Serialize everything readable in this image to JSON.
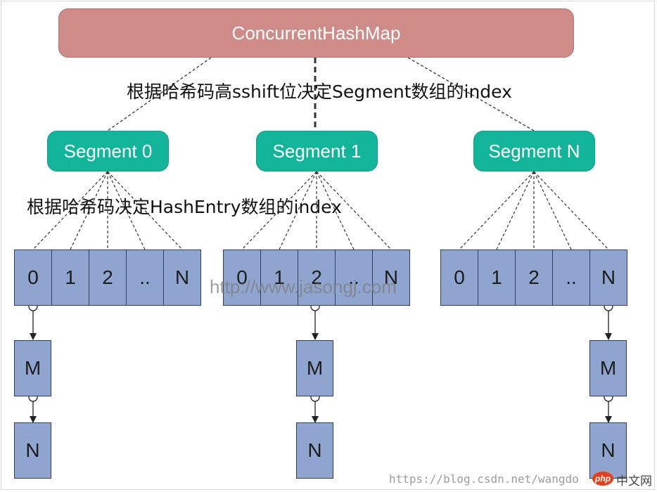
{
  "title": "ConcurrentHashMap",
  "caption_top": "根据哈希码高sshift位决定Segment数组的index",
  "caption_mid": "根据哈希码决定HashEntry数组的index",
  "segments": [
    {
      "label": "Segment 0",
      "cells": [
        "0",
        "1",
        "2",
        "..",
        "N"
      ],
      "chain": []
    },
    {
      "label": "Segment 1",
      "cells": [
        "0",
        "1",
        "2",
        "..",
        "N"
      ],
      "chain": [
        "M",
        "N"
      ]
    },
    {
      "label": "Segment N",
      "cells": [
        "0",
        "1",
        "2",
        "..",
        "N"
      ],
      "chain": [
        "M",
        "N"
      ]
    }
  ],
  "first_chain": [
    "M",
    "N"
  ],
  "watermark": "http://www.jasongj.com",
  "footer": {
    "url": "https://blog.csdn.net/wangdo",
    "badge": "php",
    "site": "中文网"
  },
  "colors": {
    "top_pill": "#cf8b87",
    "segment_pill": "#12b59a",
    "cell": "#8fa5d0"
  }
}
